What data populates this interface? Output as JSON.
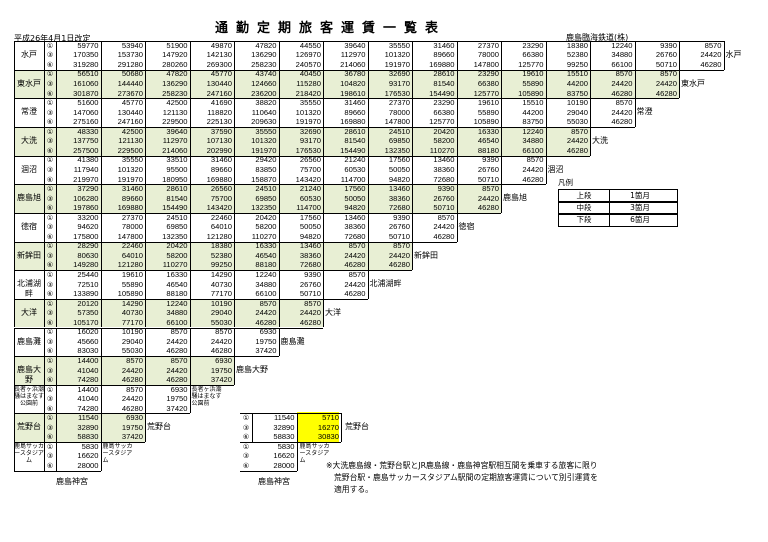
{
  "header": {
    "title": "通勤定期旅客運賃一覧表",
    "revision_date": "平成26年4月1日改定",
    "company": "鹿島臨海鉄道(株)"
  },
  "row_tier_marks": [
    "①",
    "③",
    "⑥"
  ],
  "stations": [
    {
      "name": "水戸",
      "right_label": "水戸",
      "values": [
        [
          59770,
          53940,
          51900,
          49870,
          47820,
          44550,
          39640,
          35550,
          31460,
          27370,
          23290,
          18380,
          12240,
          9390,
          8570
        ],
        [
          170350,
          153730,
          147920,
          142130,
          136290,
          126970,
          112970,
          101320,
          89660,
          78000,
          66380,
          52380,
          34880,
          26760,
          24420
        ],
        [
          319280,
          291280,
          280260,
          269300,
          258230,
          240570,
          214060,
          191970,
          169880,
          147800,
          125770,
          99250,
          66100,
          50710,
          46280
        ]
      ]
    },
    {
      "name": "東水戸",
      "right_label": "東水戸",
      "values": [
        [
          56510,
          50680,
          47820,
          45770,
          43740,
          40450,
          36780,
          32690,
          28610,
          23290,
          19610,
          15510,
          8570,
          8570
        ],
        [
          161060,
          144440,
          136290,
          130440,
          124660,
          115280,
          104820,
          93170,
          81540,
          66380,
          55890,
          44200,
          24420,
          24420
        ],
        [
          301870,
          273670,
          258230,
          247160,
          236200,
          218420,
          198610,
          176530,
          154490,
          125770,
          105890,
          83750,
          46280,
          46280
        ]
      ]
    },
    {
      "name": "常澄",
      "right_label": "常澄",
      "values": [
        [
          51600,
          45770,
          42500,
          41690,
          38820,
          35550,
          31460,
          27370,
          23290,
          19610,
          15510,
          10190,
          8570
        ],
        [
          147060,
          130440,
          121130,
          118820,
          110640,
          101320,
          89660,
          78000,
          66380,
          55890,
          44200,
          29040,
          24420
        ],
        [
          275160,
          247160,
          229500,
          225130,
          209630,
          191970,
          169880,
          147800,
          125770,
          105890,
          83750,
          55030,
          46280
        ]
      ]
    },
    {
      "name": "大洗",
      "right_label": "大洗",
      "values": [
        [
          48330,
          42500,
          39640,
          37590,
          35550,
          32690,
          28610,
          24510,
          20420,
          16330,
          12240,
          8570
        ],
        [
          137750,
          121130,
          112970,
          107130,
          101320,
          93170,
          81540,
          69850,
          58200,
          46540,
          34880,
          24420
        ],
        [
          257500,
          229500,
          214060,
          202990,
          191970,
          176530,
          154490,
          132350,
          110270,
          88180,
          66100,
          46280
        ]
      ]
    },
    {
      "name": "涸沼",
      "right_label": "涸沼",
      "values": [
        [
          41380,
          35550,
          33510,
          31460,
          29420,
          26560,
          21240,
          17560,
          13460,
          9390,
          8570
        ],
        [
          117940,
          101320,
          95500,
          89660,
          83850,
          75700,
          60530,
          50050,
          38360,
          26760,
          24420
        ],
        [
          219970,
          191970,
          180950,
          169880,
          158870,
          143420,
          114700,
          94820,
          72680,
          50710,
          46280
        ]
      ]
    },
    {
      "name": "鹿島旭",
      "right_label": "鹿島旭",
      "values": [
        [
          37290,
          31460,
          28610,
          26560,
          24510,
          21240,
          17560,
          13460,
          9390,
          8570
        ],
        [
          106280,
          89660,
          81540,
          75700,
          69850,
          60530,
          50050,
          38360,
          26760,
          24420
        ],
        [
          197860,
          169880,
          154490,
          143420,
          132350,
          114700,
          94820,
          72680,
          50710,
          46280
        ]
      ]
    },
    {
      "name": "徳宿",
      "right_label": "徳宿",
      "values": [
        [
          33200,
          27370,
          24510,
          22460,
          20420,
          17560,
          13460,
          9390,
          8570
        ],
        [
          94620,
          78000,
          69850,
          64010,
          58200,
          50050,
          38360,
          26760,
          24420
        ],
        [
          175800,
          147800,
          132350,
          121280,
          110270,
          94820,
          72680,
          50710,
          46280
        ]
      ]
    },
    {
      "name": "新鉾田",
      "right_label": "新鉾田",
      "values": [
        [
          28290,
          22460,
          20420,
          18380,
          16330,
          13460,
          8570,
          8570
        ],
        [
          80630,
          64010,
          58200,
          52380,
          46540,
          38360,
          24420,
          24420
        ],
        [
          149280,
          121280,
          110270,
          99250,
          88180,
          72680,
          46280,
          46280
        ]
      ]
    },
    {
      "name": "北浦湖畔",
      "right_label": "北浦湖畔",
      "values": [
        [
          25440,
          19610,
          16330,
          14290,
          12240,
          9390,
          8570
        ],
        [
          72510,
          55890,
          46540,
          40730,
          34880,
          26760,
          24420
        ],
        [
          133890,
          105890,
          88180,
          77170,
          66100,
          50710,
          46280
        ]
      ]
    },
    {
      "name": "大洋",
      "right_label": "大洋",
      "values": [
        [
          20120,
          14290,
          12240,
          10190,
          8570,
          8570
        ],
        [
          57350,
          40730,
          34880,
          29040,
          24420,
          24420
        ],
        [
          105170,
          77170,
          66100,
          55030,
          46280,
          46280
        ]
      ]
    },
    {
      "name": "鹿島灘",
      "right_label": "鹿島灘",
      "values": [
        [
          16020,
          10190,
          8570,
          8570,
          6930
        ],
        [
          45660,
          29040,
          24420,
          24420,
          19750
        ],
        [
          83030,
          55030,
          46280,
          46280,
          37420
        ]
      ]
    },
    {
      "name": "鹿島大野",
      "right_label": "鹿島大野",
      "values": [
        [
          14400,
          8570,
          8570,
          6930
        ],
        [
          41040,
          24420,
          24420,
          19750
        ],
        [
          74280,
          46280,
          46280,
          37420
        ]
      ]
    },
    {
      "name": "長者ヶ浜潮騒はまなす公園前",
      "right_label": "長者ヶ浜潮騒はまなす公園前",
      "values": [
        [
          14400,
          8570,
          6930
        ],
        [
          41040,
          24420,
          19750
        ],
        [
          74280,
          46280,
          37420
        ]
      ]
    },
    {
      "name": "荒野台",
      "right_label": "荒野台",
      "values": [
        [
          11540,
          6930
        ],
        [
          32890,
          19750
        ],
        [
          58830,
          37420
        ]
      ]
    },
    {
      "name": "鹿島サッカースタジアム",
      "right_label": "鹿島サッカースタジアム",
      "values": [
        [
          5830
        ],
        [
          16620
        ],
        [
          28000
        ]
      ]
    }
  ],
  "bottom_station": "鹿島神宮",
  "special_block": {
    "values": [
      [
        11540,
        5710
      ],
      [
        32890,
        16270
      ],
      [
        58830,
        30830
      ]
    ],
    "label_arano": "荒野台",
    "label_soccer": "鹿島サッカースタジアム",
    "soccer_values": [
      5830,
      16620,
      28000
    ],
    "bottom_label": "鹿島神宮",
    "highlight_color": "#ffff00"
  },
  "note": {
    "line1": "※大洗鹿島線・荒野台駅とJR鹿島線・鹿島神宮駅相互間を乗車する旅客に限り",
    "line2": "荒野台駅・鹿島サッカースタジアム駅間の定期旅客運賃について別引運賃を",
    "line3": "適用する。"
  },
  "legend": {
    "title": "凡例",
    "rows": [
      {
        "position": "上段",
        "period": "1箇月"
      },
      {
        "position": "中段",
        "period": "3箇月"
      },
      {
        "position": "下段",
        "period": "6箇月"
      }
    ]
  },
  "colors": {
    "band": "#e8efd4",
    "highlight": "#ffff00"
  }
}
